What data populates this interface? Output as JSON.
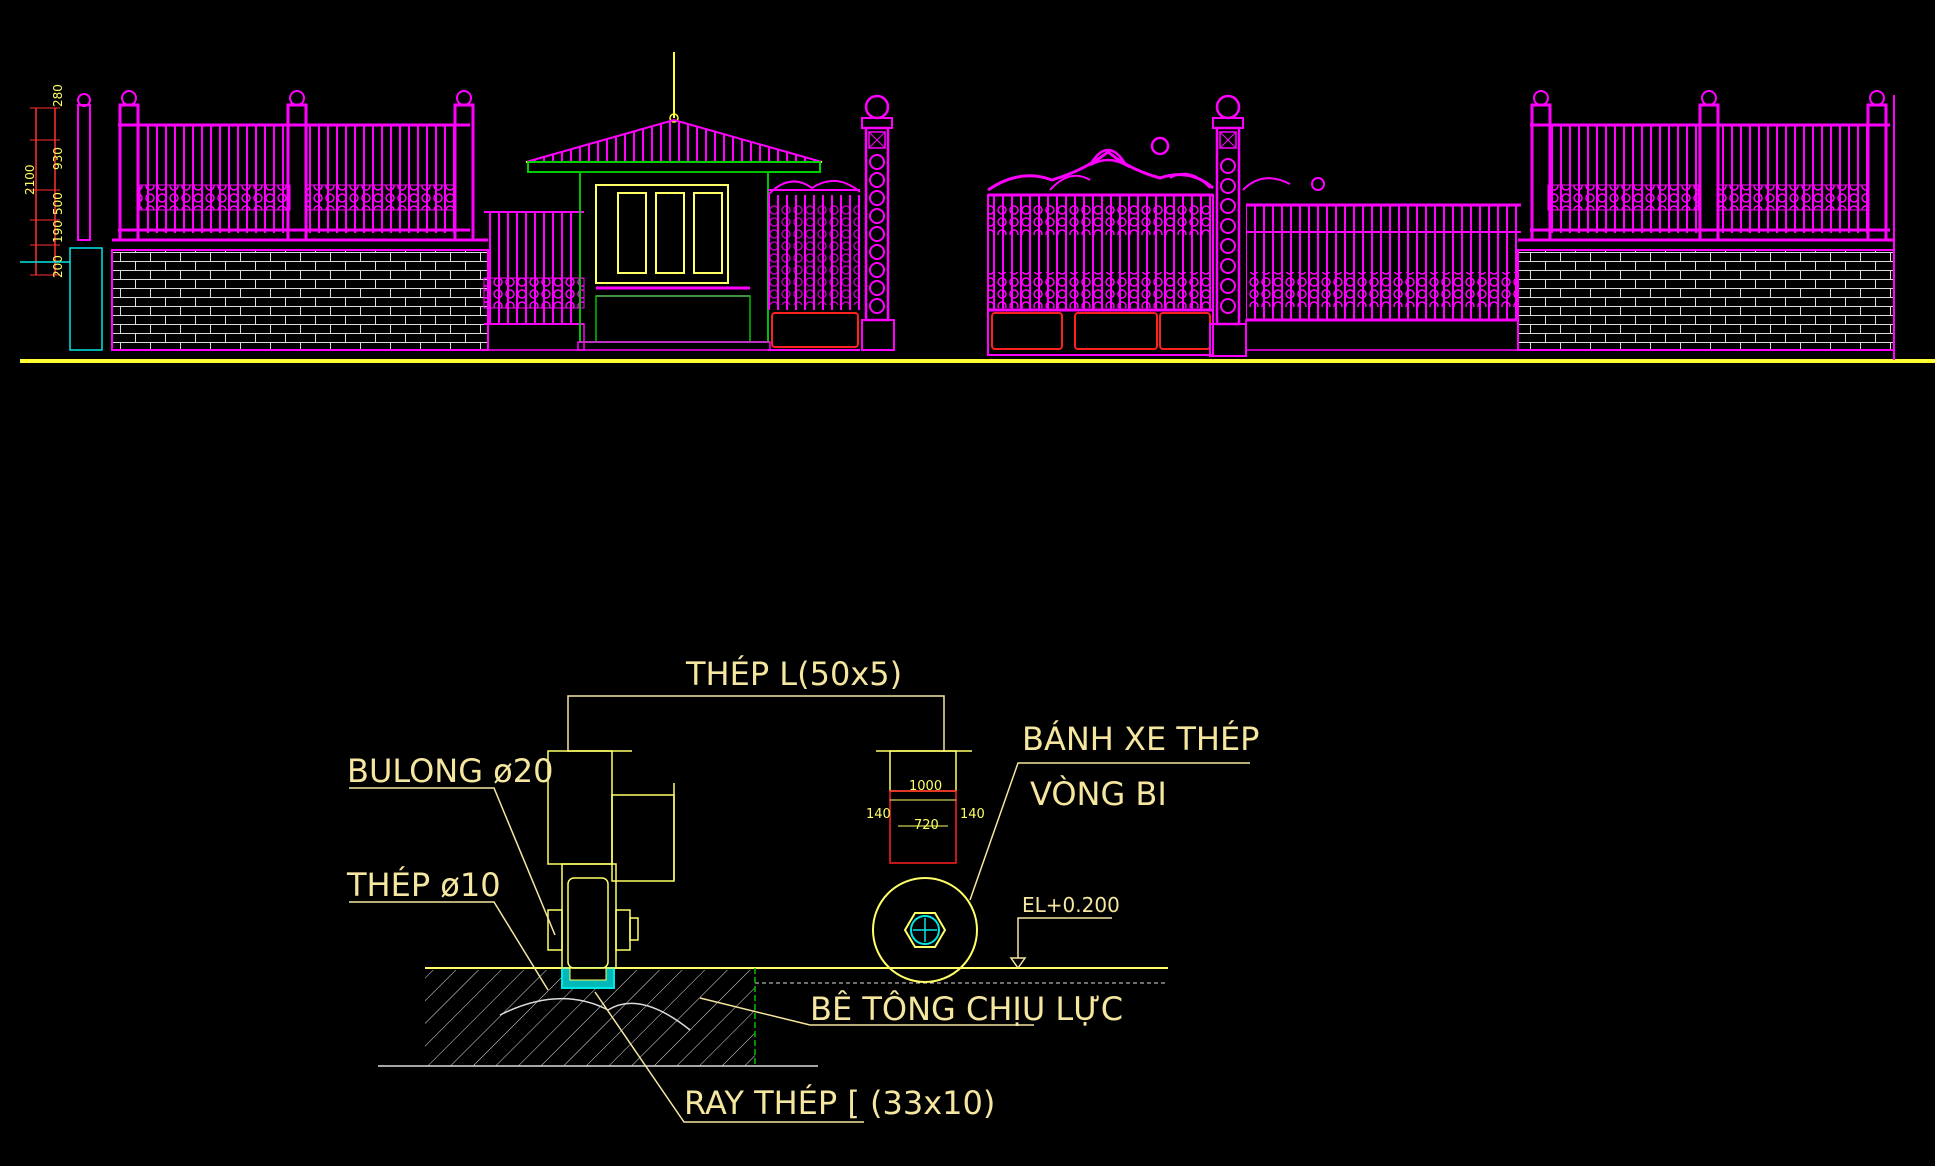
{
  "colors": {
    "background": "#000000",
    "magenta": "#ff00ff",
    "yellow": "#ffff66",
    "label": "#f5e6a0",
    "white": "#ffffff",
    "green": "#00c000",
    "red": "#ff2020",
    "cyan": "#00e5e5"
  },
  "elevation": {
    "dims": [
      "280",
      "930",
      "500",
      "190",
      "200"
    ],
    "total_dim": "2100"
  },
  "detail": {
    "label_l_steel": "THÉP  L(50x5)",
    "label_bolt": "BULONG ø20",
    "label_rebar": "THÉP ø10",
    "label_wheel_1": "BÁNH  XE  THÉP",
    "label_wheel_2": "VÒNG  BI",
    "label_concrete": "BÊ  TÔNG  CHỊU  LỰC",
    "label_rail": "RAY THÉP [  (33x10)",
    "dim_1000": "1000",
    "dim_720": "720",
    "dim_140_left": "140",
    "dim_140_right": "140",
    "elevation_mark": "EL+0.200"
  }
}
